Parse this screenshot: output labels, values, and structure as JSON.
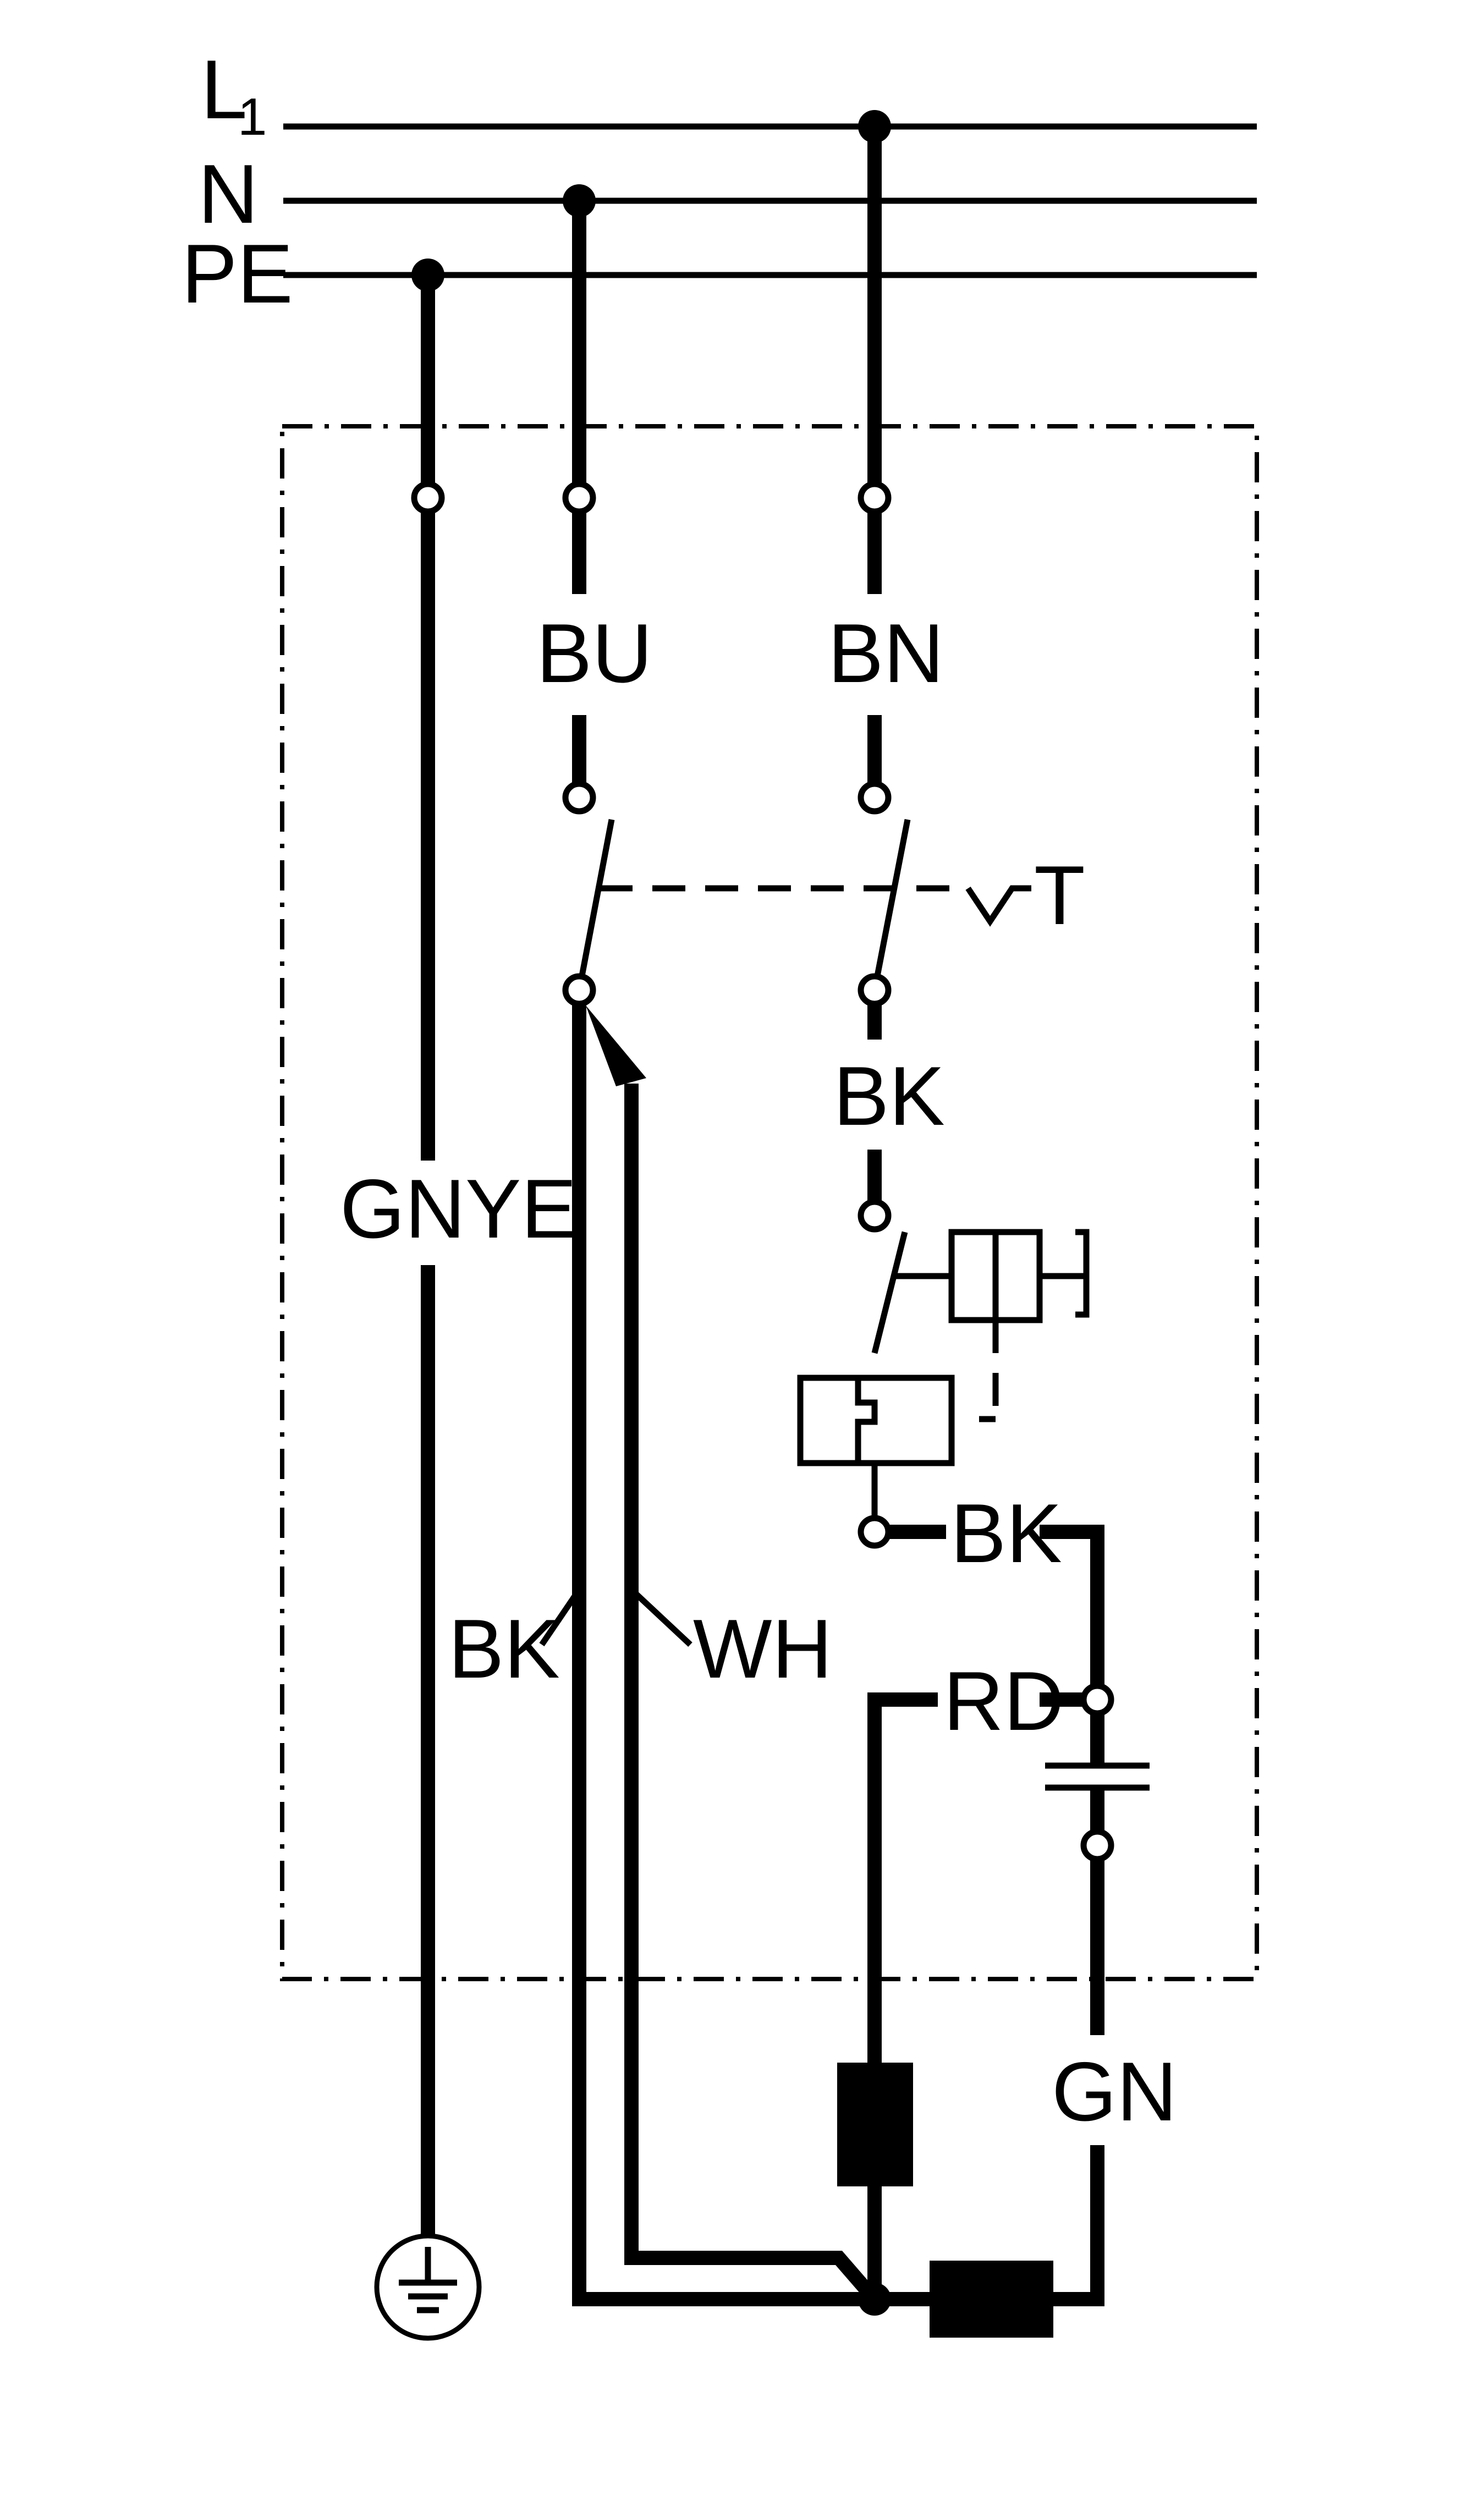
{
  "bus_labels": {
    "l1": "L",
    "l1_sub": "1",
    "n": "N",
    "pe": "PE"
  },
  "wire_labels": {
    "bu": "BU",
    "bn": "BN",
    "bk_upper": "BK",
    "gnye": "GNYE",
    "bk_middle": "BK",
    "bk_lower": "BK",
    "wh": "WH",
    "rd": "RD",
    "gn": "GN",
    "t": "T"
  }
}
